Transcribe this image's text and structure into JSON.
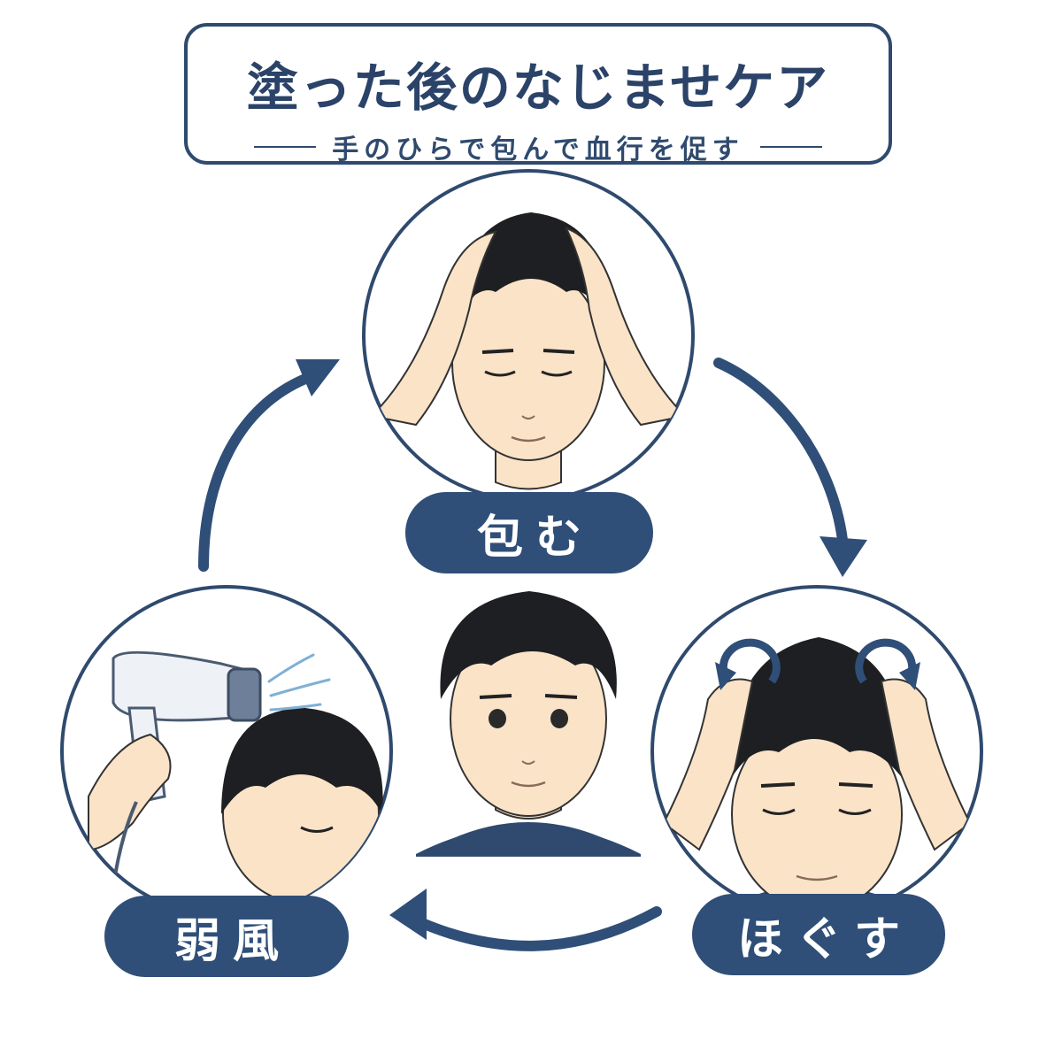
{
  "title": {
    "main": "塗った後のなじませケア",
    "sub": "手のひらで包んで血行を促す"
  },
  "steps": [
    {
      "label": "包む"
    },
    {
      "label": "ほぐす"
    },
    {
      "label": "弱風"
    }
  ],
  "colors": {
    "navy": "#2f4f78",
    "skin": "#fbe3c8",
    "hair": "#1e1f22",
    "shirt": "#2f4a6e",
    "air": "#7fb0d6"
  },
  "icons": [
    "cycle-arrow-icon",
    "hair-dryer-icon",
    "circular-motion-icon"
  ]
}
